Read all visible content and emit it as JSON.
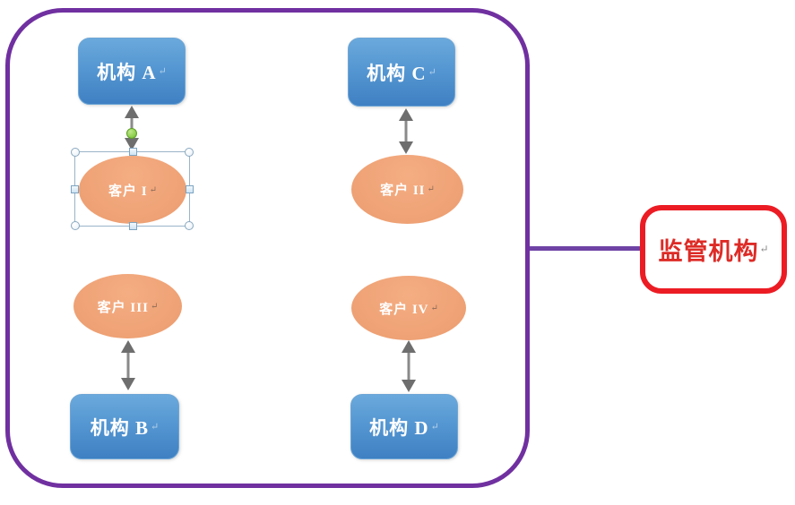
{
  "diagram": {
    "nodes": {
      "inst_a": {
        "label": "机构 A",
        "shape": "rounded-rectangle",
        "fill": "blue"
      },
      "inst_b": {
        "label": "机构 B",
        "shape": "rounded-rectangle",
        "fill": "blue"
      },
      "inst_c": {
        "label": "机构 C",
        "shape": "rounded-rectangle",
        "fill": "blue"
      },
      "inst_d": {
        "label": "机构 D",
        "shape": "rounded-rectangle",
        "fill": "blue"
      },
      "cust_i": {
        "label": "客户 I",
        "shape": "ellipse",
        "fill": "orange",
        "selected": true
      },
      "cust_ii": {
        "label": "客户 II",
        "shape": "ellipse",
        "fill": "orange"
      },
      "cust_iii": {
        "label": "客户 III",
        "shape": "ellipse",
        "fill": "orange"
      },
      "cust_iv": {
        "label": "客户 IV",
        "shape": "ellipse",
        "fill": "orange"
      },
      "regulator": {
        "label": "监管机构",
        "shape": "rounded-rectangle",
        "fill": "white-red-border"
      }
    },
    "connections": [
      {
        "from": "inst_a",
        "to": "cust_i",
        "style": "double-arrow",
        "color": "gray"
      },
      {
        "from": "inst_c",
        "to": "cust_ii",
        "style": "double-arrow",
        "color": "gray"
      },
      {
        "from": "cust_iii",
        "to": "inst_b",
        "style": "double-arrow",
        "color": "gray"
      },
      {
        "from": "cust_iv",
        "to": "inst_d",
        "style": "double-arrow",
        "color": "gray"
      },
      {
        "from": "container",
        "to": "regulator",
        "style": "straight-line",
        "color": "purple"
      }
    ],
    "marks": {
      "paragraph_return": "↵"
    },
    "colors": {
      "container_border": "#7030a0",
      "institution_fill_top": "#6aa9dc",
      "institution_fill_bottom": "#3f80c3",
      "customer_fill": "#f0a478",
      "arrow_gray": "#6e6e6e",
      "regulator_border": "#ec1c24",
      "regulator_text": "#dd2b26",
      "connector_line_purple": "#6f43a5",
      "connection_dot_green": "#8fd14f",
      "selection_handle_fill": "#cfe3f3"
    }
  }
}
